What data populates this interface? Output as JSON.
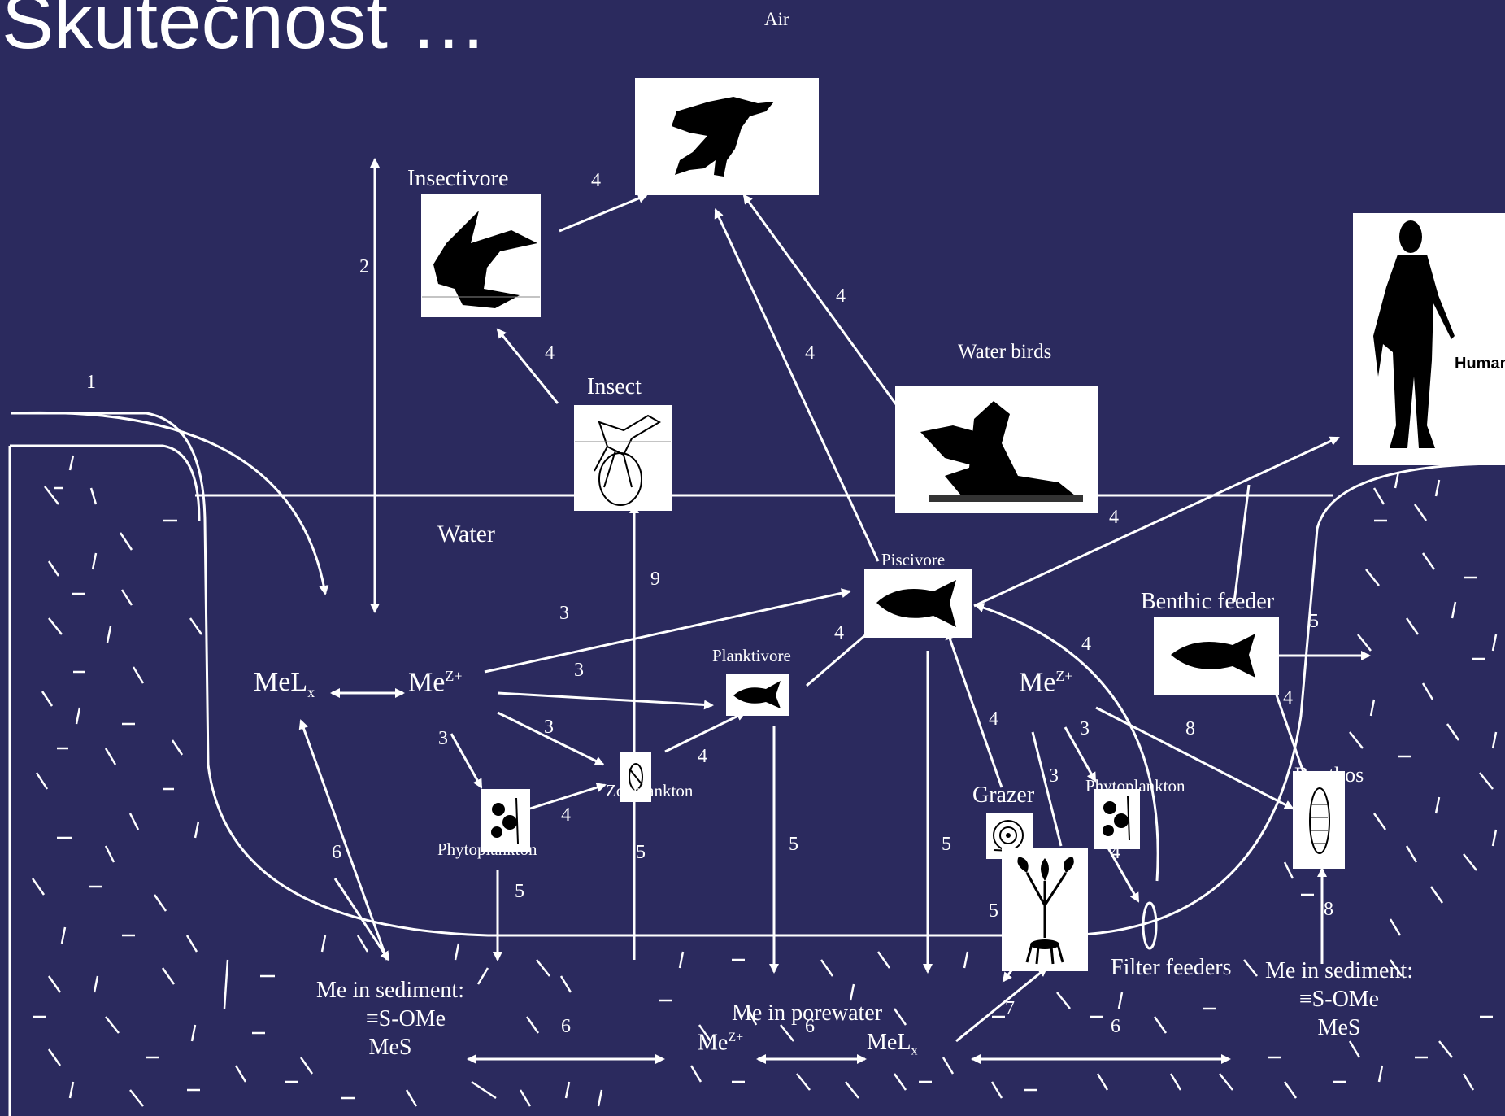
{
  "title": "Skutečnost …",
  "labels": {
    "air": "Air",
    "water": "Water",
    "insectivore": "Insectivore",
    "insect": "Insect",
    "water_birds": "Water birds",
    "humans": "Humans",
    "piscivore": "Piscivore",
    "planktivore": "Planktivore",
    "zooplankton": "Zooplankton",
    "phytoplankton_left": "Phytoplankton",
    "phytoplankton_right": "Phytoplankton",
    "benthic_feeder": "Benthic feeder",
    "grazer": "Grazer",
    "benthos": "Benthos",
    "filter_feeders": "Filter feeders"
  },
  "chem": {
    "me_base": "Me",
    "me_charge": "Z+",
    "mel_base": "MeL",
    "mel_sub": "x",
    "sediment_left": [
      "Me in sediment:",
      "≡S-OMe",
      "MeS"
    ],
    "sediment_right": [
      "Me in sediment:",
      "≡S-OMe",
      "MeS"
    ],
    "porewater": "Me in porewater"
  },
  "numbers": {
    "n1": "1",
    "n2": "2",
    "n4_eagle": "4",
    "n4_insect": "4",
    "n4_piscivore_up": "4",
    "n4_birds": "4",
    "n4_humans": "4",
    "n9": "9",
    "n3_pisc": "3",
    "n3_plank": "3",
    "n3_zoo": "3",
    "n3_phyto": "3",
    "n4_planktivore": "4",
    "n4_zoo": "4",
    "n4_phyto": "4",
    "n4_plank_pisc": "4",
    "n4_grazer": "4",
    "n4_filter": "4",
    "n4_benthic": "4",
    "n4_benthos": "4",
    "n3_phyto_r": "3",
    "n3_grazer": "3",
    "n8_upper": "8",
    "n8_lower": "8",
    "n5_phyto": "5",
    "n5_zoo": "5",
    "n5_plank": "5",
    "n5_pisc": "5",
    "n5_grazer": "5",
    "n5_benthic": "5",
    "n6_left": "6",
    "n6_sed_left": "6",
    "n6_sed_mid": "6",
    "n6_sed_right": "6",
    "n7": "7"
  },
  "icons": {
    "eagle": "eagle-silhouette",
    "swallow": "swallow-silhouette",
    "insect": "fly-insect",
    "loons": "loon-birds",
    "human": "human-silhouette",
    "fish": "fish-silhouette",
    "snail": "snail",
    "plant": "aquatic-plant",
    "phyto": "phytoplankton-cells",
    "zoo": "zooplankton",
    "benthos": "benthic-invertebrate"
  },
  "colors": {
    "background": "#2b2a5e",
    "foreground": "#ffffff",
    "silhouette": "#000000"
  }
}
